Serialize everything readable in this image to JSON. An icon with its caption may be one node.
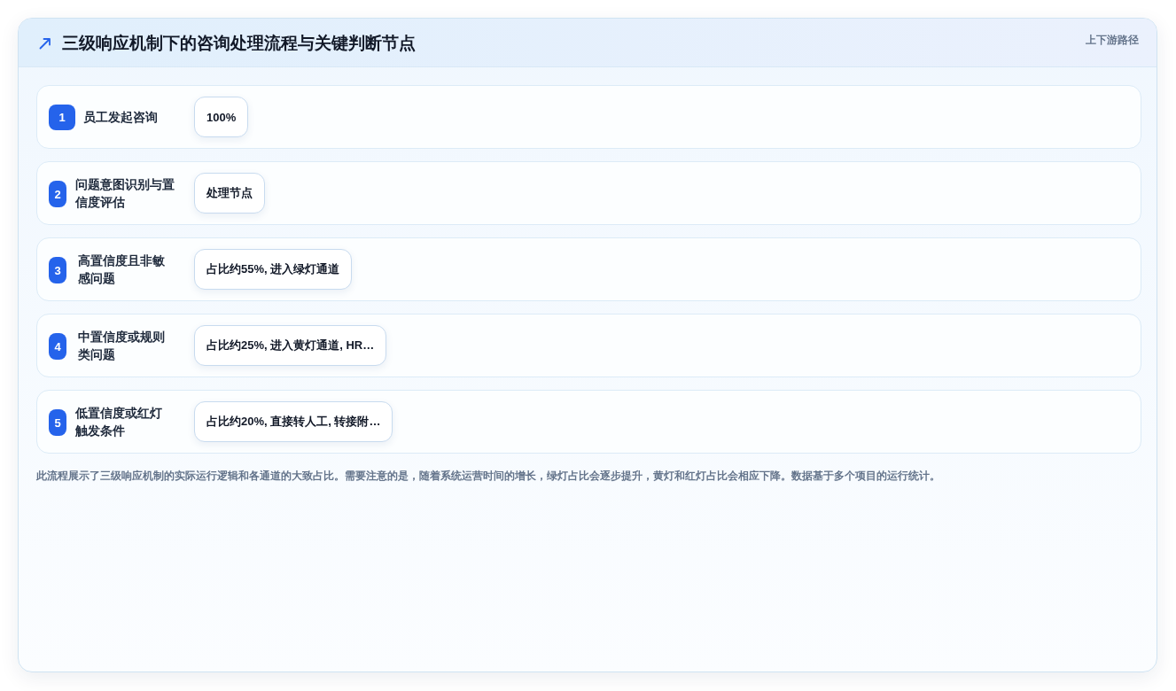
{
  "diagram": {
    "title": "三级响应机制下的咨询处理流程与关键判断节点",
    "caption": "此流程展示了三级响应机制的实际运行逻辑和各通道的大致占比。需要注意的是，随着系统运营时间的增长，绿灯占比会逐步提升，黄灯和红灯占比会相应下降。数据基于多个项目的运行统计。",
    "nodes": [
      {
        "text": [
          "员工发起咨询"
        ]
      },
      {
        "text": [
          "1"
        ],
        "in": 0
      },
      {
        "text": [
          "100%"
        ],
        "in": 0
      },
      {
        "text": [
          "问题意图识别与置信度评估"
        ]
      },
      {
        "text": [
          "2"
        ],
        "in": 3
      },
      {
        "text": [
          "处理节点"
        ],
        "in": 3
      },
      {
        "text": [
          "高置信度且非敏感问题"
        ]
      },
      {
        "text": [
          "3"
        ],
        "in": 6
      },
      {
        "text": [
          "占比约55%, 进入绿灯通道"
        ],
        "in": 6
      },
      {
        "text": [
          "中置信度或规则类问题"
        ]
      },
      {
        "text": [
          "4"
        ],
        "in": 9
      },
      {
        "text": [
          "占比约25%, 进入黄灯通道, HR…"
        ],
        "in": 9
      },
      {
        "text": [
          "低置信度或红灯触发条件"
        ]
      },
      {
        "text": [
          "5"
        ],
        "in": 12
      },
      {
        "text": [
          "占比约20%, 直接转人工, 转接附…"
        ],
        "in": 12
      }
    ],
    "labels": [
      "上下游路径"
    ]
  }
}
